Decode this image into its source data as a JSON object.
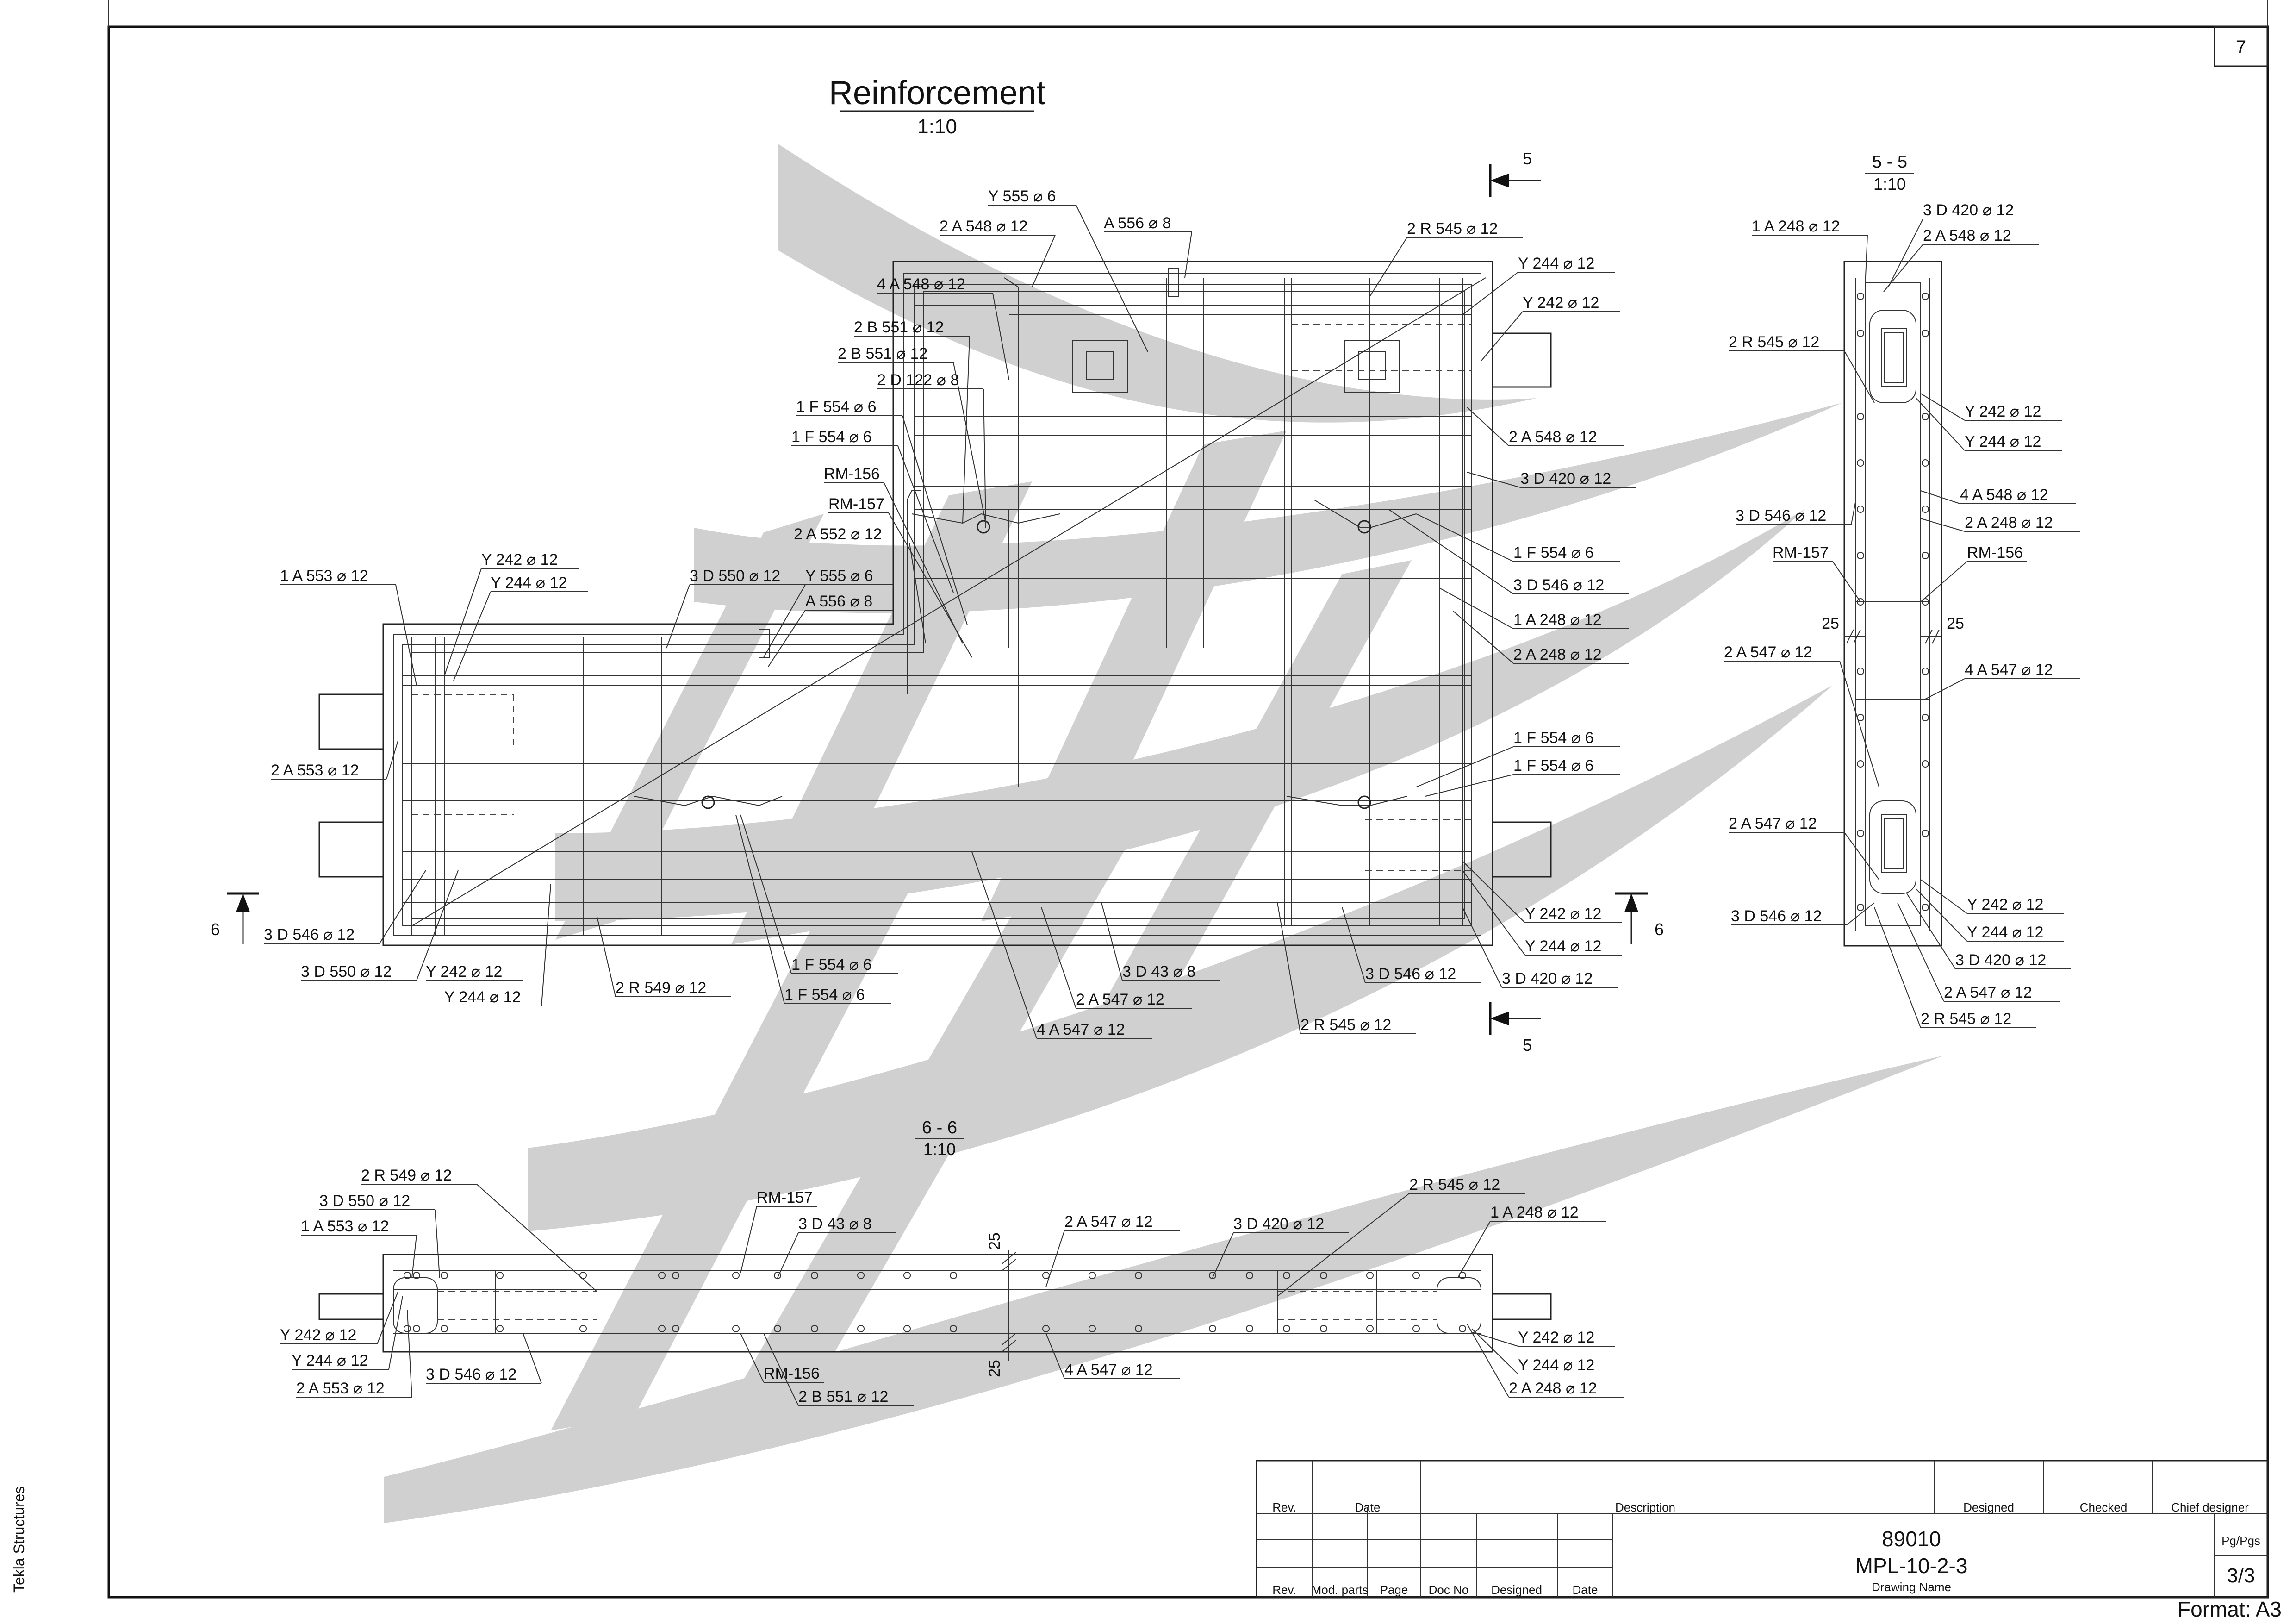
{
  "page_number": "7",
  "side_label": "Tekla Structures",
  "format": "Format: A3",
  "views": {
    "main": {
      "title": "Reinforcement",
      "scale": "1:10"
    },
    "section_55": {
      "title": "5 - 5",
      "scale": "1:10"
    },
    "section_66": {
      "title": "6 - 6",
      "scale": "1:10"
    }
  },
  "section_marks": {
    "five": "5",
    "six": "6"
  },
  "dims": {
    "cover": "25"
  },
  "main_labels": [
    "Y 555 ⌀ 6",
    "2 A 548 ⌀ 12",
    "A 556 ⌀ 8",
    "2 R 545 ⌀ 12",
    "4 A 548 ⌀ 12",
    "Y 244 ⌀ 12",
    "2 B 551 ⌀ 12",
    "Y 242 ⌀ 12",
    "2 B 551 ⌀ 12",
    "2 D 122 ⌀ 8",
    "1 F 554 ⌀ 6",
    "1 F 554 ⌀ 6",
    "2 A 548 ⌀ 12",
    "RM-156",
    "3 D 420 ⌀ 12",
    "RM-157",
    "2 A 552 ⌀ 12",
    "1 F 554 ⌀ 6",
    "1 A 553 ⌀ 12",
    "Y 242 ⌀ 12",
    "Y 244 ⌀ 12",
    "3 D 550 ⌀ 12",
    "Y 555 ⌀ 6",
    "A 556 ⌀ 8",
    "3 D 546 ⌀ 12",
    "1 A 248 ⌀ 12",
    "2 A 248 ⌀ 12",
    "2 A 553 ⌀ 12",
    "1 F 554 ⌀ 6",
    "1 F 554 ⌀ 6",
    "3 D 546 ⌀ 12",
    "Y 242 ⌀ 12",
    "Y 244 ⌀ 12",
    "3 D 550 ⌀ 12",
    "Y 242 ⌀ 12",
    "Y 244 ⌀ 12",
    "2 R 549 ⌀ 12",
    "1 F 554 ⌀ 6",
    "1 F 554 ⌀ 6",
    "3 D 43 ⌀ 8",
    "3 D 546 ⌀ 12",
    "3 D 420 ⌀ 12",
    "2 A 547 ⌀ 12",
    "4 A 547 ⌀ 12",
    "2 R 545 ⌀ 12"
  ],
  "section_55_labels": [
    "1 A 248 ⌀ 12",
    "3 D 420 ⌀ 12",
    "2 A 548 ⌀ 12",
    "2 R 545 ⌀ 12",
    "Y 242 ⌀ 12",
    "Y 244 ⌀ 12",
    "4 A 548 ⌀ 12",
    "3 D 546 ⌀ 12",
    "2 A 248 ⌀ 12",
    "RM-157",
    "RM-156",
    "2 A 547 ⌀ 12",
    "4 A 547 ⌀ 12",
    "2 A 547 ⌀ 12",
    "Y 242 ⌀ 12",
    "3 D 546 ⌀ 12",
    "Y 244 ⌀ 12",
    "3 D 420 ⌀ 12",
    "2 A 547 ⌀ 12",
    "2 R 545 ⌀ 12"
  ],
  "section_66_labels": [
    "2 R 549 ⌀ 12",
    "3 D 550 ⌀ 12",
    "1 A 553 ⌀ 12",
    "RM-157",
    "3 D 43 ⌀ 8",
    "2 A 547 ⌀ 12",
    "3 D 420 ⌀ 12",
    "2 R 545 ⌀ 12",
    "1 A 248 ⌀ 12",
    "Y 242 ⌀ 12",
    "Y 244 ⌀ 12",
    "2 A 553 ⌀ 12",
    "3 D 546 ⌀ 12",
    "RM-156",
    "2 B 551 ⌀ 12",
    "4 A 547 ⌀ 12",
    "Y 242 ⌀ 12",
    "Y 244 ⌀ 12",
    "2 A 248 ⌀ 12"
  ],
  "title_block": {
    "rev": "Rev.",
    "date": "Date",
    "description": "Description",
    "designed": "Designed",
    "checked": "Checked",
    "chief_designer": "Chief designer",
    "rev2": "Rev.",
    "mod_parts": "Mod. parts",
    "page": "Page",
    "doc_no": "Doc No",
    "designed2": "Designed",
    "date2": "Date",
    "drawing_no": "89010",
    "drawing_name": "MPL-10-2-3",
    "drawing_name_label": "Drawing Name",
    "pg_pgs_label": "Pg/Pgs",
    "pg_pgs": "3/3"
  }
}
